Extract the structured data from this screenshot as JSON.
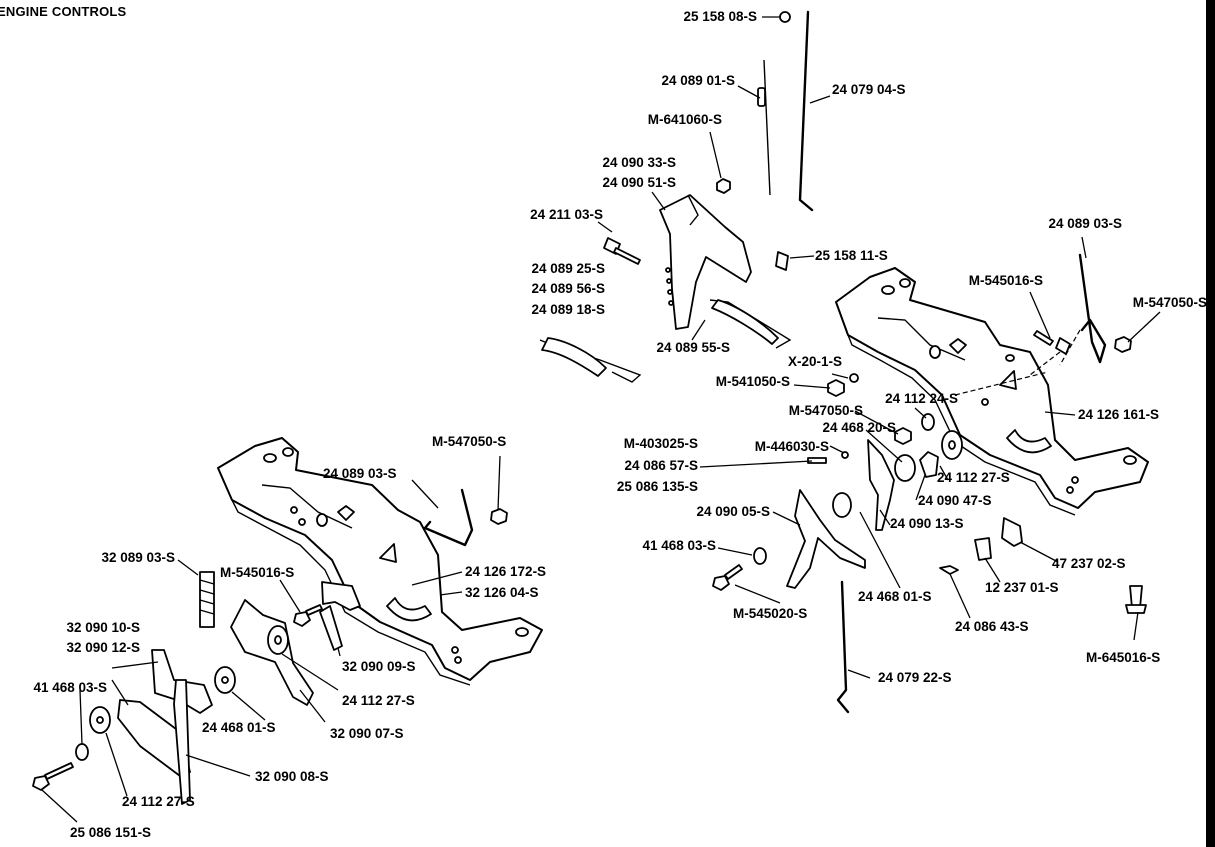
{
  "title": "ENGINE CONTROLS",
  "labels": {
    "l01": "25 158 08-S",
    "l02": "24 089 01-S",
    "l03": "24 079 04-S",
    "l04": "M-641060-S",
    "l05": "24 090 33-S",
    "l06": "24 090 51-S",
    "l07": "24 211 03-S",
    "l08": "25 158 11-S",
    "l09": "24 089 25-S",
    "l10": "24 089 56-S",
    "l11": "24 089 18-S",
    "l12": "24 089 55-S",
    "l13": "24 089 03-S",
    "l14": "M-545016-S",
    "l15": "M-547050-S",
    "l16": "X-20-1-S",
    "l17": "M-541050-S",
    "l18": "24 112 24-S",
    "l19": "M-547050-S",
    "l20": "24 126 161-S",
    "l21": "24 468 20-S",
    "l22": "M-403025-S",
    "l23": "M-446030-S",
    "l24": "24 086 57-S",
    "l25": "25 086 135-S",
    "l26": "24 112 27-S",
    "l27": "24 090 47-S",
    "l28": "24 090 05-S",
    "l29": "24 090 13-S",
    "l30": "41 468 03-S",
    "l31": "47 237 02-S",
    "l32": "12 237 01-S",
    "l33": "M-545020-S",
    "l34": "24 468 01-S",
    "l35": "24 086 43-S",
    "l36": "M-645016-S",
    "l37": "24 079 22-S",
    "l38": "M-547050-S",
    "l39": "24 089 03-S",
    "l40": "32 089 03-S",
    "l41": "M-545016-S",
    "l42": "24 126 172-S",
    "l43": "32 126 04-S",
    "l44": "32 090 10-S",
    "l45": "32 090 12-S",
    "l46": "32 090 09-S",
    "l47": "41 468 03-S",
    "l48": "24 112 27-S",
    "l49": "24 468 01-S",
    "l50": "32 090 07-S",
    "l51": "32 090 08-S",
    "l52": "24 112 27-S",
    "l53": "25 086 151-S"
  }
}
